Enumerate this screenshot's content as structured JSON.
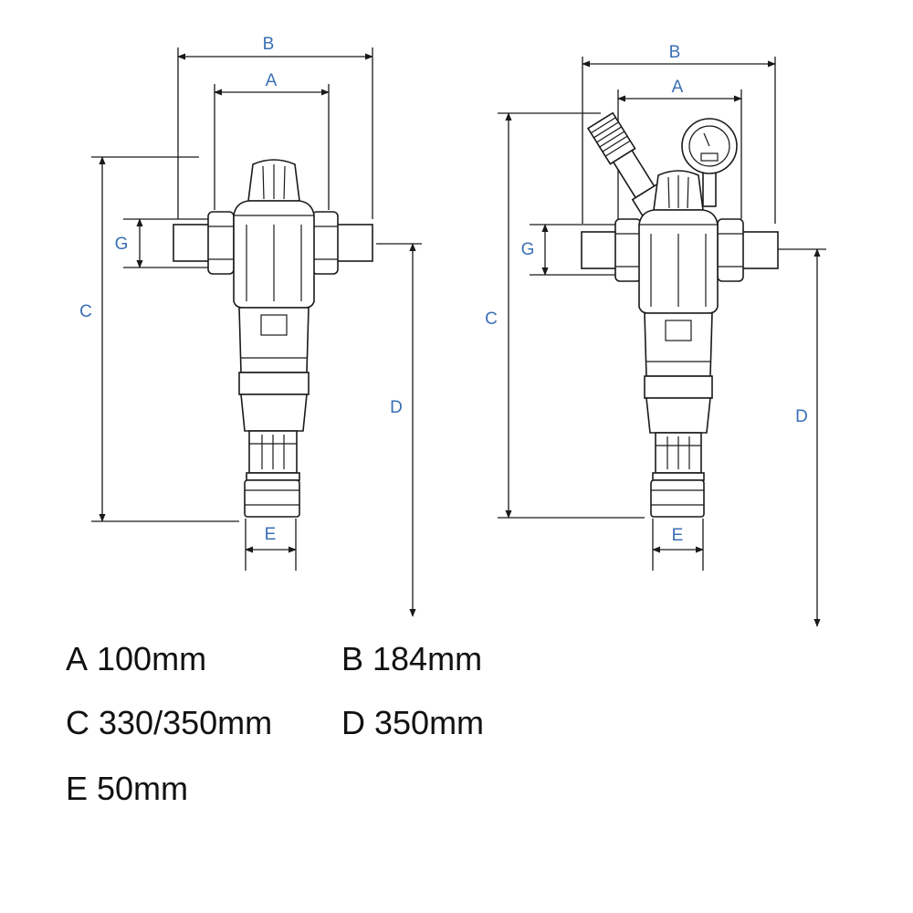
{
  "colors": {
    "dimension_label": "#3a6fb5",
    "line": "#1a1a1a",
    "background": "#ffffff"
  },
  "diagram": {
    "left": {
      "labels": {
        "A": "A",
        "B": "B",
        "C": "C",
        "D": "D",
        "E": "E",
        "G": "G"
      }
    },
    "right": {
      "labels": {
        "A": "A",
        "B": "B",
        "C": "C",
        "D": "D",
        "E": "E",
        "G": "G"
      }
    }
  },
  "legend": {
    "A": {
      "letter": "A",
      "value": "100mm"
    },
    "B": {
      "letter": "B",
      "value": "184mm"
    },
    "C": {
      "letter": "C",
      "value": "330/350mm"
    },
    "D": {
      "letter": "D",
      "value": "350mm"
    },
    "E": {
      "letter": "E",
      "value": "50mm"
    }
  }
}
